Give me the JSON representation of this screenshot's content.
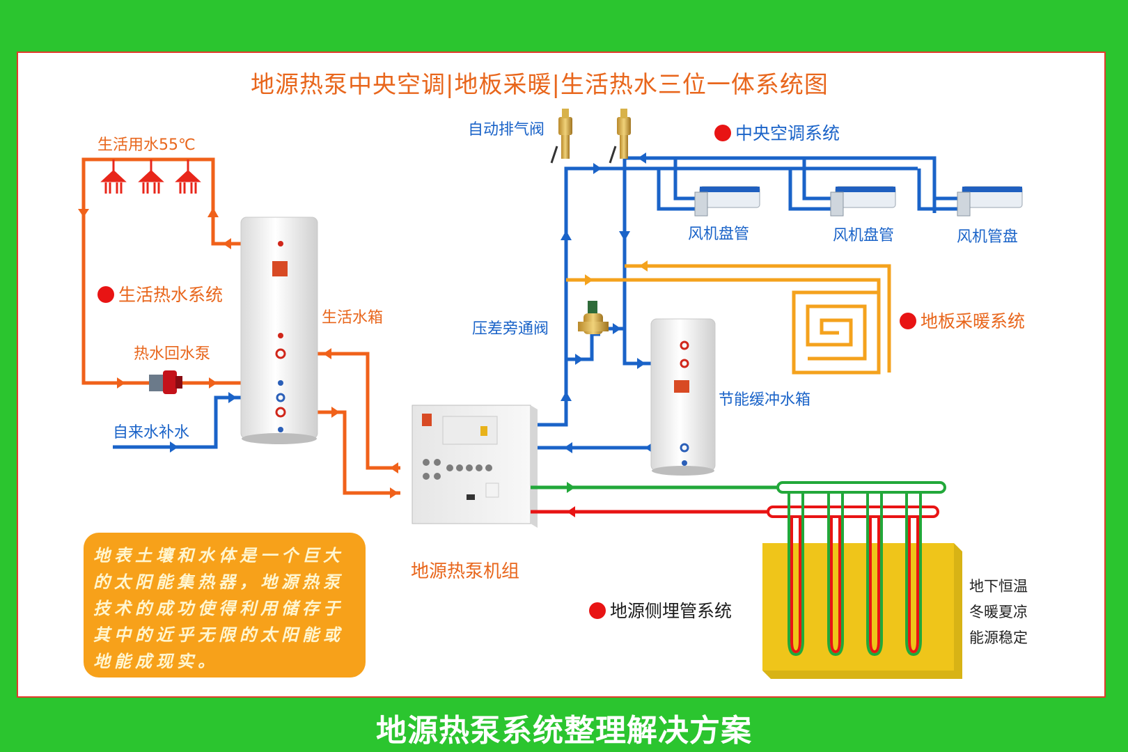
{
  "title": "地源热泵中央空调|地板采暖|生活热水三位一体系统图",
  "labels": {
    "domestic_water_temp": "生活用水55℃",
    "auto_vent_valve": "自动排气阀",
    "fan_coil_1": "风机盘管",
    "fan_coil_2": "风机盘管",
    "fan_coil_3": "风机管盘",
    "domestic_water_tank": "生活水箱",
    "hot_water_return_pump": "热水回水泵",
    "tap_water_supply": "自来水补水",
    "differential_bypass_valve": "压差旁通阀",
    "buffer_tank": "节能缓冲水箱",
    "heat_pump_unit": "地源热泵机组"
  },
  "systems": {
    "central_ac": "中央空调系统",
    "domestic_hot_water": "生活热水系统",
    "floor_heating": "地板采暖系统",
    "ground_loop": "地源侧埋管系统"
  },
  "info_text": "地表土壤和水体是一个巨大的太阳能集热器，地源热泵技术的成功使得利用储存于其中的近乎无限的太阳能或地能成现实。",
  "note_lines": [
    "地下恒温",
    "冬暖夏凉",
    "能源稳定"
  ],
  "bottom_caption": "地源热泵系统整理解决方案",
  "colors": {
    "background": "#2bc52f",
    "border": "#e23b2b",
    "hot_pipe": "#f0611a",
    "cold_pipe": "#1a63c8",
    "floor_pipe": "#f4a21d",
    "ground_green": "#22a83a",
    "ground_red": "#e81414",
    "soil": "#efc51a"
  }
}
